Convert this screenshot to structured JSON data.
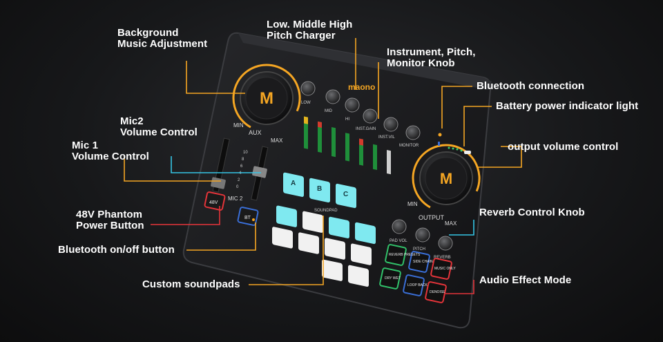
{
  "callouts": {
    "background_music": [
      "Background",
      "Music Adjustment"
    ],
    "low_middle_high": [
      "Low. Middle High",
      "Pitch Charger"
    ],
    "instrument_pitch": [
      "Instrument, Pitch,",
      "Monitor Knob"
    ],
    "bluetooth_connection": "Bluetooth connection",
    "battery_indicator": "Battery power indicator light",
    "output_volume": "output volume control",
    "mic2": [
      "Mic2",
      "Volume Control"
    ],
    "mic1": [
      "Mic 1",
      "Volume Control"
    ],
    "phantom": [
      "48V Phantom",
      "Power Button"
    ],
    "bt_onoff": "Bluetooth on/off button",
    "soundpads": "Custom soundpads",
    "reverb": "Reverb Control Knob",
    "audio_effect": "Audio Effect Mode"
  },
  "device": {
    "brand": "maono",
    "aux_min": "MIN",
    "aux_label": "AUX",
    "aux_max": "MAX",
    "out_min": "MIN",
    "out_label": "OUTPUT",
    "out_max": "MAX",
    "knobs_top": [
      "LOW",
      "MID",
      "HI",
      "INST.GAIN",
      "INST.VIL",
      "MONITOR"
    ],
    "fader_scale": [
      "10",
      "8",
      "6",
      "4",
      "2",
      "0"
    ],
    "mic2_label": "MIC 2",
    "phantom_btn": "48V",
    "bt_btn": "BT",
    "pads_letters": [
      "A",
      "B",
      "C"
    ],
    "soundpad_label": "SOUNDPAD",
    "effect_knobs": [
      "PAD VOL",
      "PITCH",
      "REVERB"
    ],
    "effect_buttons": [
      "REVERB PRESETS",
      "SIDE CHAIN",
      "MUSIC ONLY",
      "DRY WET",
      "LOOP BACK",
      "DENOISE"
    ]
  },
  "colors": {
    "accent_orange": "#f5a623",
    "cyan_line": "#35c6e6",
    "red_line": "#e5343a",
    "pad_cyan": "#7fe9f0",
    "pad_white": "#f1f1f1"
  }
}
